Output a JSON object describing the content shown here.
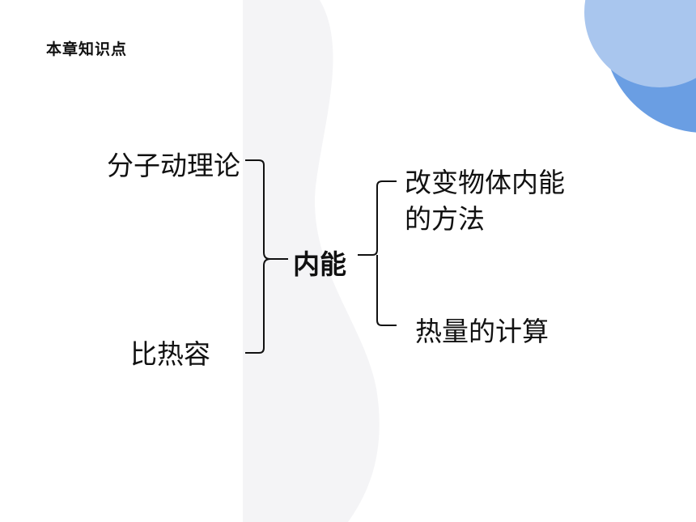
{
  "slide": {
    "heading": "本章知识点"
  },
  "diagram": {
    "center": "内能",
    "left_items": [
      "分子动理论",
      "比热容"
    ],
    "right_items": [
      "改变物体内能的方法",
      "热量的计算"
    ]
  },
  "colors": {
    "background": "#ffffff",
    "wave": "#f4f4f6",
    "circle_light": "#a9c6ee",
    "circle_dark": "#6a9ee3",
    "bracket": "#111111"
  }
}
